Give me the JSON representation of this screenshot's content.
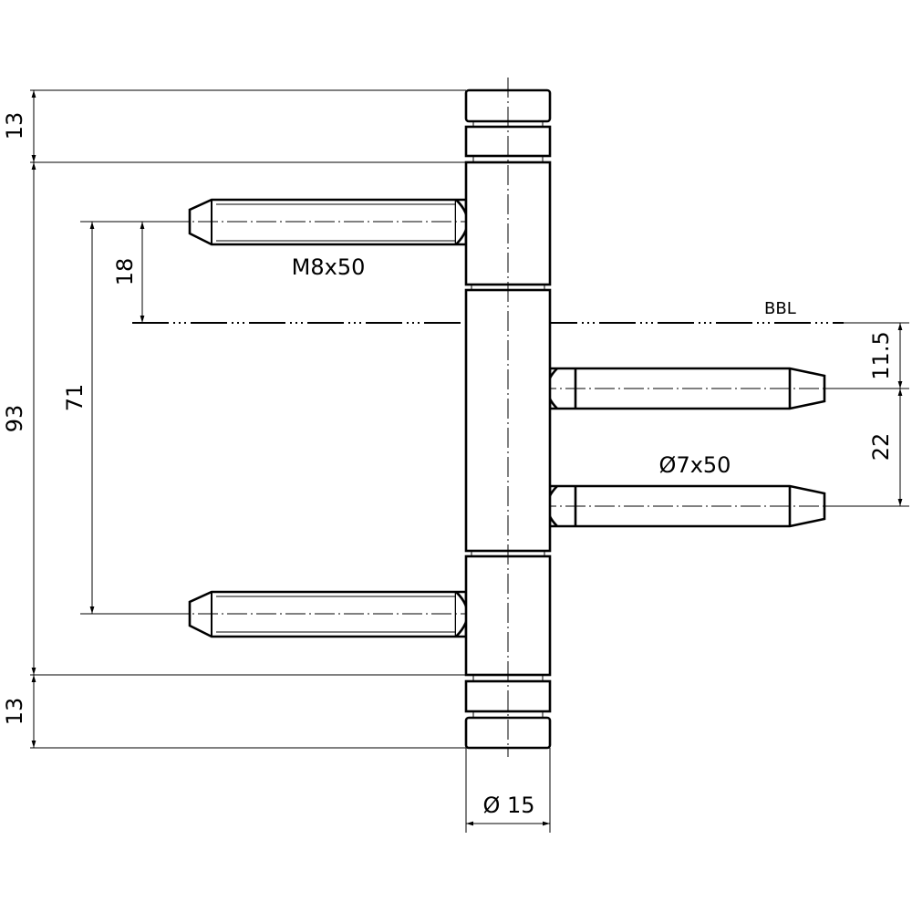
{
  "labels": {
    "bbl": "BBL",
    "upper_pin": "M8x50",
    "right_pin": "Ø7x50",
    "diameter": "Ø 15"
  },
  "dimensions": {
    "top_cap": "13",
    "total": "93",
    "bottom_cap": "13",
    "pin_spacing_left": "71",
    "pin_to_bbl_left": "18",
    "bbl_to_pin_right": "11.5",
    "pin_spacing_right": "22"
  }
}
